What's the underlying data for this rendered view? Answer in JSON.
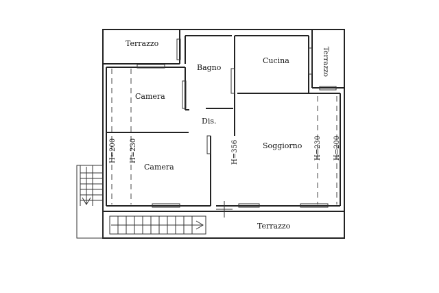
{
  "rooms": {
    "terrazzo_top": "Terrazzo",
    "terrazzo_right": "Terrazzo",
    "terrazzo_bottom": "Terrazzo",
    "bagno": "Bagno",
    "cucina": "Cucina",
    "camera_1": "Camera",
    "camera_2": "Camera",
    "disimpegno": "Dis.",
    "soggiorno": "Soggiorno"
  },
  "heights": {
    "h200_left": "H=200",
    "h230_left": "H=230",
    "h356": "H=356",
    "h230_right": "H=230",
    "h200_right": "H=200"
  }
}
